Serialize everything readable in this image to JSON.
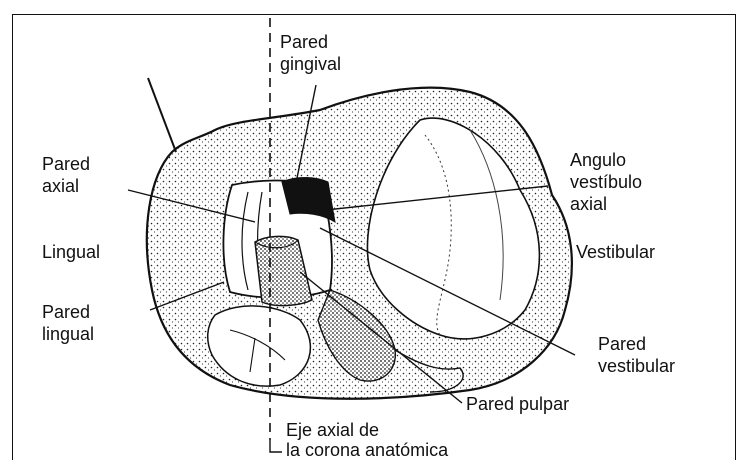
{
  "labels": {
    "pared_gingival": [
      "Pared",
      "gingival"
    ],
    "pared_axial": [
      "Pared",
      "axial"
    ],
    "lingual": "Lingual",
    "pared_lingual": [
      "Pared",
      "lingual"
    ],
    "angulo_vestibulo_axial": [
      "Angulo",
      "vestíbulo",
      "axial"
    ],
    "vestibular": "Vestibular",
    "pared_vestibular": [
      "Pared",
      "vestibular"
    ],
    "pared_pulpar": "Pared pulpar",
    "eje_axial": [
      "Eje axial de",
      "la corona anatómica"
    ]
  }
}
